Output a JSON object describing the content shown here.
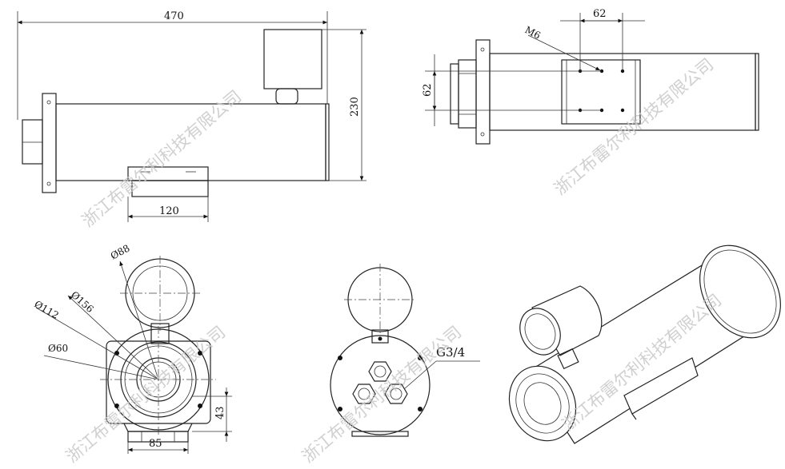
{
  "dimensions": {
    "overall_length": "470",
    "height": "230",
    "bracket_length": "120",
    "mount_spacing_h": "62",
    "mount_spacing_v": "62",
    "mount_screw": "M6",
    "dia_88": "Ø88",
    "dia_156": "Ø156",
    "dia_112": "Ø112",
    "dia_60": "Ø60",
    "base_width": "85",
    "base_height": "43",
    "cable_gland": "G3/4"
  },
  "watermark": "浙江布雷尔利科技有限公司"
}
